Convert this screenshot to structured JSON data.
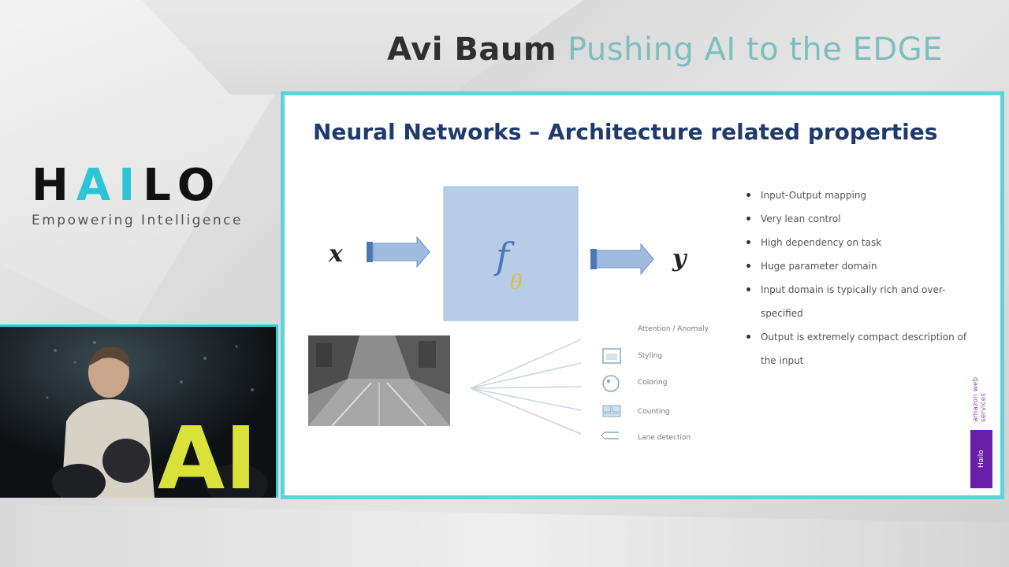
{
  "header": {
    "speaker": "Avi Baum",
    "talk_title": "Pushing AI to the EDGE"
  },
  "logo": {
    "word_left": "H",
    "word_ai": "AI",
    "word_right": "LO",
    "tagline": "Empowering Intelligence"
  },
  "camera": {
    "screen_text": "AI"
  },
  "slide": {
    "title": "Neural Networks – Architecture related properties",
    "input_var": "x",
    "output_var": "y",
    "function_symbol": "f",
    "function_subscript": "θ",
    "bullets": [
      "Input-Output mapping",
      "Very lean control",
      "High dependency on task",
      "Huge parameter domain",
      "Input domain is typically rich and over-specified",
      "Output is extremely compact description of the input"
    ],
    "tasks": [
      {
        "label": "Attention / Anomaly",
        "icon": "none"
      },
      {
        "label": "Styling",
        "icon": "image-icon"
      },
      {
        "label": "Coloring",
        "icon": "palette-icon"
      },
      {
        "label": "Counting",
        "icon": "grid-icon"
      },
      {
        "label": "Lane detection",
        "icon": "lane-icon"
      }
    ],
    "side_logo": "amazon web services",
    "side_badge": "Hailo"
  },
  "colors": {
    "accent_cyan": "#2ad0d8",
    "slide_title": "#1f3a6b",
    "talk_title": "#7dbfbf",
    "box_fill": "#b7cce8",
    "arrow_fill": "#9fbbe0"
  }
}
